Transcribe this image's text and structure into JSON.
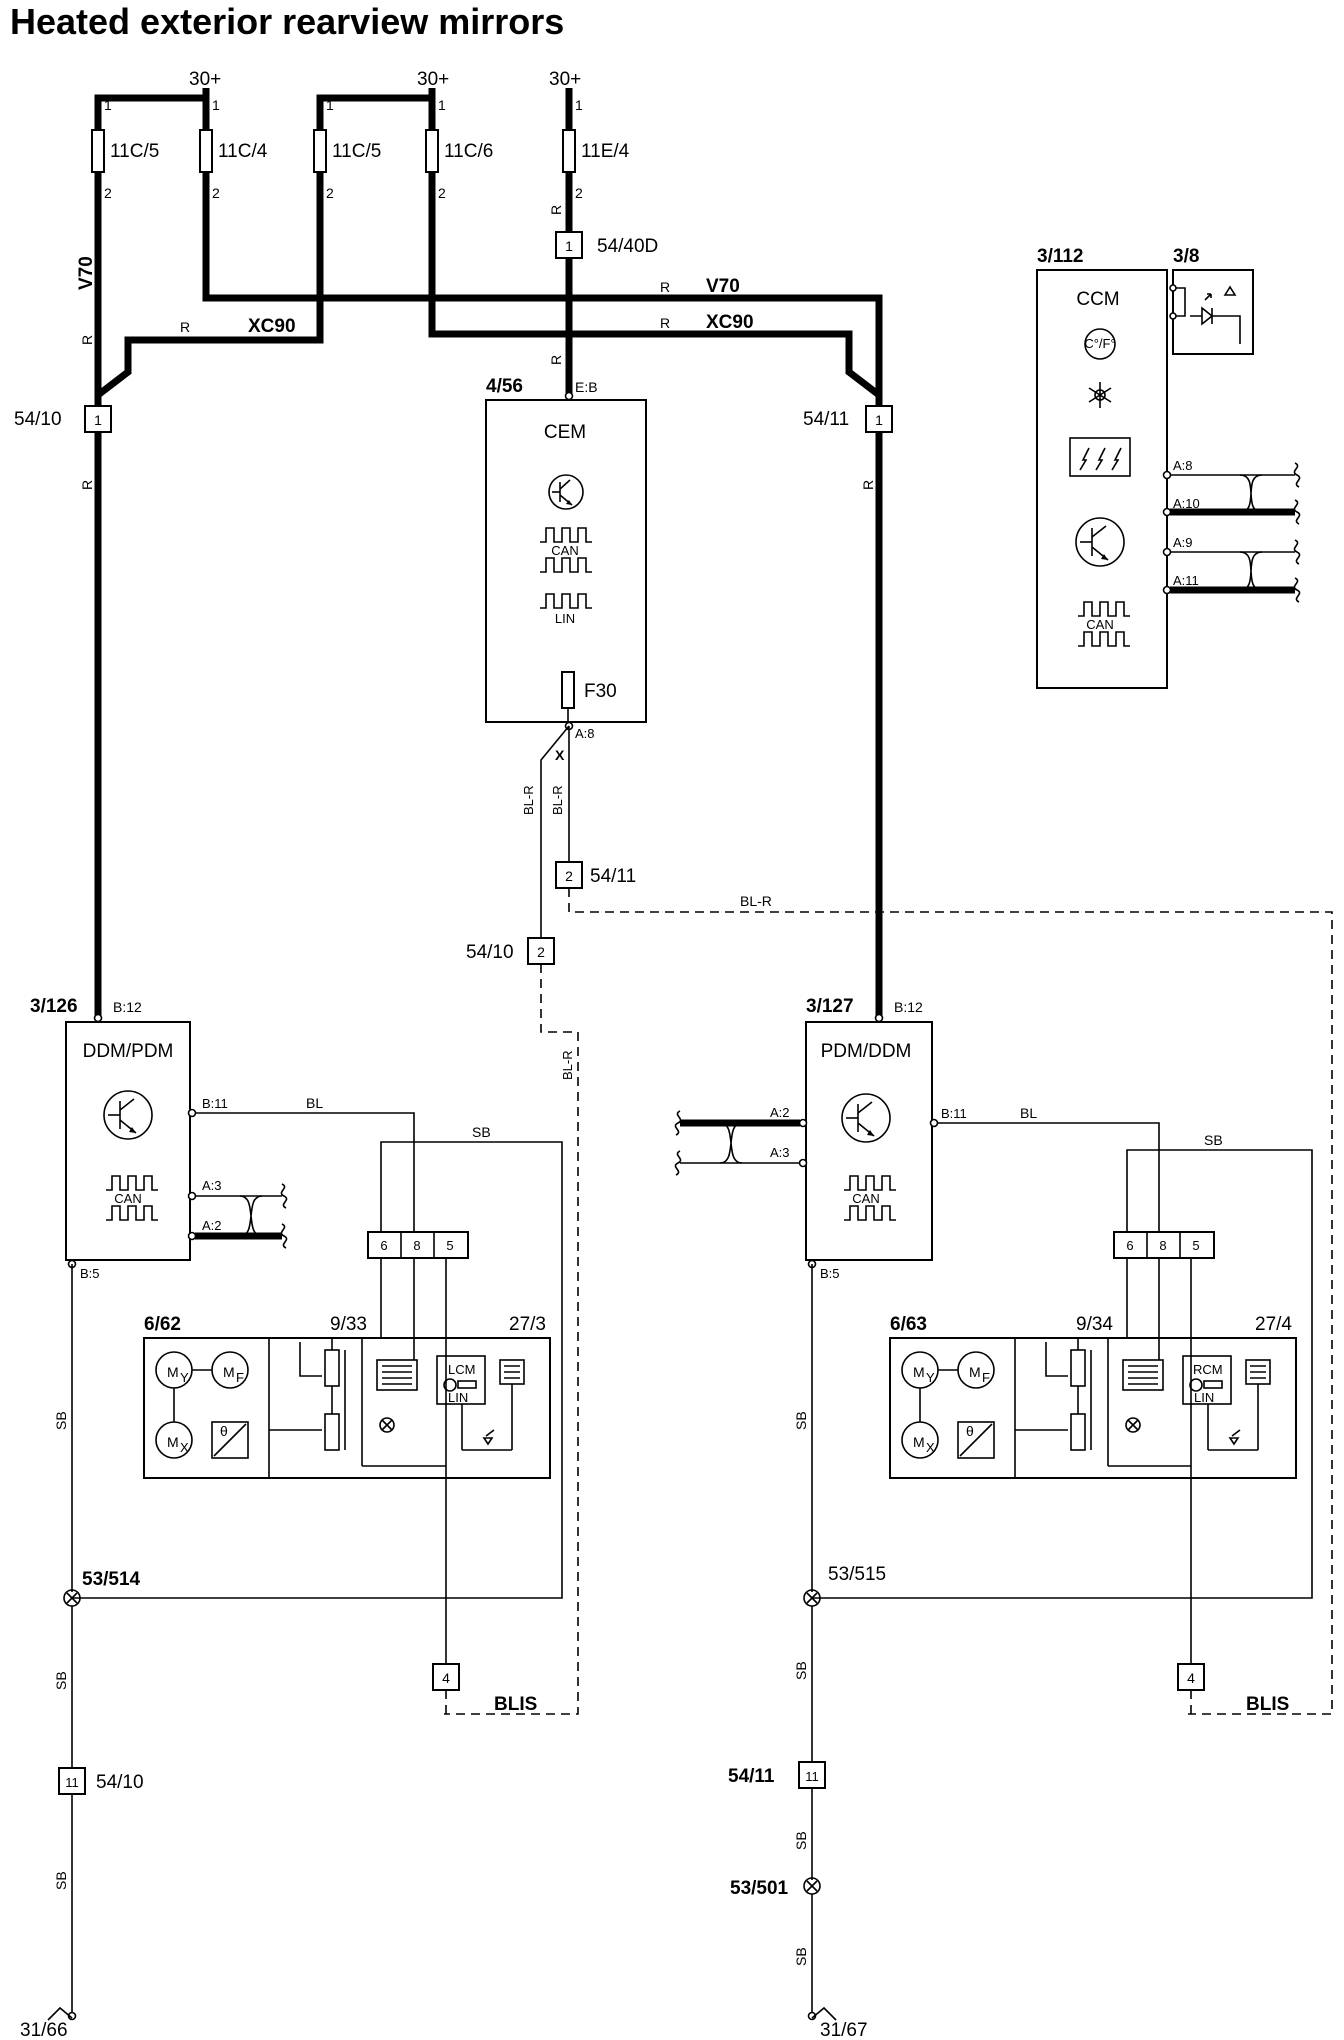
{
  "title": "Heated exterior rearview mirrors",
  "supplies": {
    "a": "30+",
    "b": "30+",
    "c": "30+",
    "pin1": "1",
    "pin2": "2"
  },
  "fuses": {
    "f1": "11C/5",
    "f2": "11C/4",
    "f3": "11C/5",
    "f4": "11C/6",
    "f5": "11E/4",
    "f30": "F30"
  },
  "wires": {
    "r": "R",
    "v70": "V70",
    "xc90": "XC90",
    "blr": "BL-R",
    "bl": "BL",
    "sb": "SB",
    "x": "X",
    "blis": "BLIS"
  },
  "connectors": {
    "c5440d": "54/40D",
    "c5410": "54/10",
    "c5411": "54/11",
    "pin1": "1",
    "pin2": "2",
    "pin4": "4",
    "pin5": "5",
    "pin6": "6",
    "pin8": "8",
    "pin11": "11"
  },
  "pins": {
    "eb": "E:B",
    "a8": "A:8",
    "a9": "A:9",
    "a10": "A:10",
    "a11": "A:11",
    "b12": "B:12",
    "b11": "B:11",
    "b5": "B:5",
    "a2": "A:2",
    "a3": "A:3"
  },
  "modules": {
    "cem": {
      "id": "4/56",
      "name": "CEM"
    },
    "ccm": {
      "id": "3/112",
      "name": "CCM",
      "unit": "C°/F°"
    },
    "sw": {
      "id": "3/8"
    },
    "ddm": {
      "id": "3/126",
      "name": "DDM/PDM"
    },
    "pdm": {
      "id": "3/127",
      "name": "PDM/DDM"
    },
    "can": "CAN",
    "lin": "LIN"
  },
  "mirrors": {
    "left": {
      "id": "6/62",
      "heater": "9/33",
      "lamp": "27/3",
      "ctrl": "LCM"
    },
    "right": {
      "id": "6/63",
      "heater": "9/34",
      "lamp": "27/4",
      "ctrl": "RCM"
    },
    "my": "M",
    "mf": "M",
    "mx": "M",
    "sy": "Y",
    "sf": "F",
    "sx": "X",
    "theta": "θ"
  },
  "grounds": {
    "s514": "53/514",
    "s515": "53/515",
    "s501": "53/501",
    "g1": "31/66",
    "g2": "31/67"
  }
}
